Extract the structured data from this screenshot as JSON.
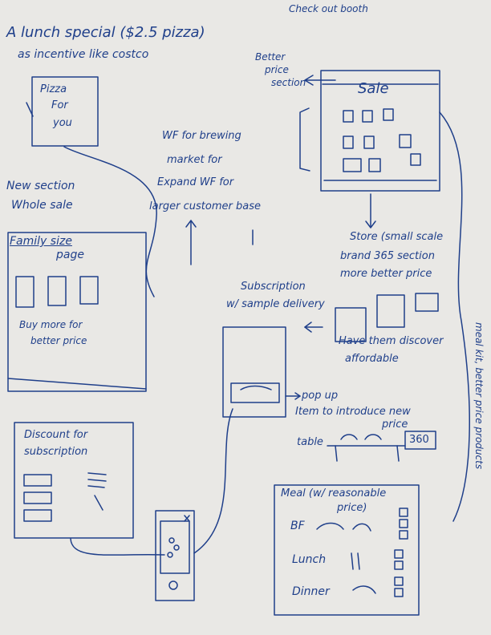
{
  "header": {
    "top_right": "Check out booth",
    "title": "A lunch special ($2.5 pizza)",
    "subtitle": "as incentive like costco"
  },
  "pizza_box": {
    "line1": "Pizza",
    "line2": "For",
    "line3": "you"
  },
  "wholesale": {
    "heading_line1": "New section",
    "heading_line2": "Whole sale",
    "page_line1": "Family size",
    "page_line2": "page",
    "note_line1": "Buy more for",
    "note_line2": "better price"
  },
  "discount": {
    "line1": "Discount for",
    "line2": "subscription"
  },
  "wf": {
    "line1": "WF for brewing",
    "line2": "market for",
    "line3": "Expand WF for",
    "line4": "larger customer base"
  },
  "sale": {
    "side_note_line1": "Better",
    "side_note_line2": "price",
    "side_note_line3": "section",
    "title": "Sale"
  },
  "store": {
    "line1": "Store (small scale",
    "line2": "brand 365 section",
    "line3": "more better price",
    "footer_line1": "Have them discover",
    "footer_line2": "affordable"
  },
  "subscription": {
    "line1": "Subscription",
    "line2": "w/ sample delivery"
  },
  "popup": {
    "line1": "pop up",
    "line2": "Item to introduce new",
    "line3": "price",
    "table_label": "table",
    "price_tag": "360"
  },
  "meal": {
    "title_line1": "Meal (w/ reasonable",
    "title_line2": "price)",
    "rows": [
      "BF",
      "Lunch",
      "Dinner"
    ]
  },
  "side_vertical": "meal kit, better price products"
}
